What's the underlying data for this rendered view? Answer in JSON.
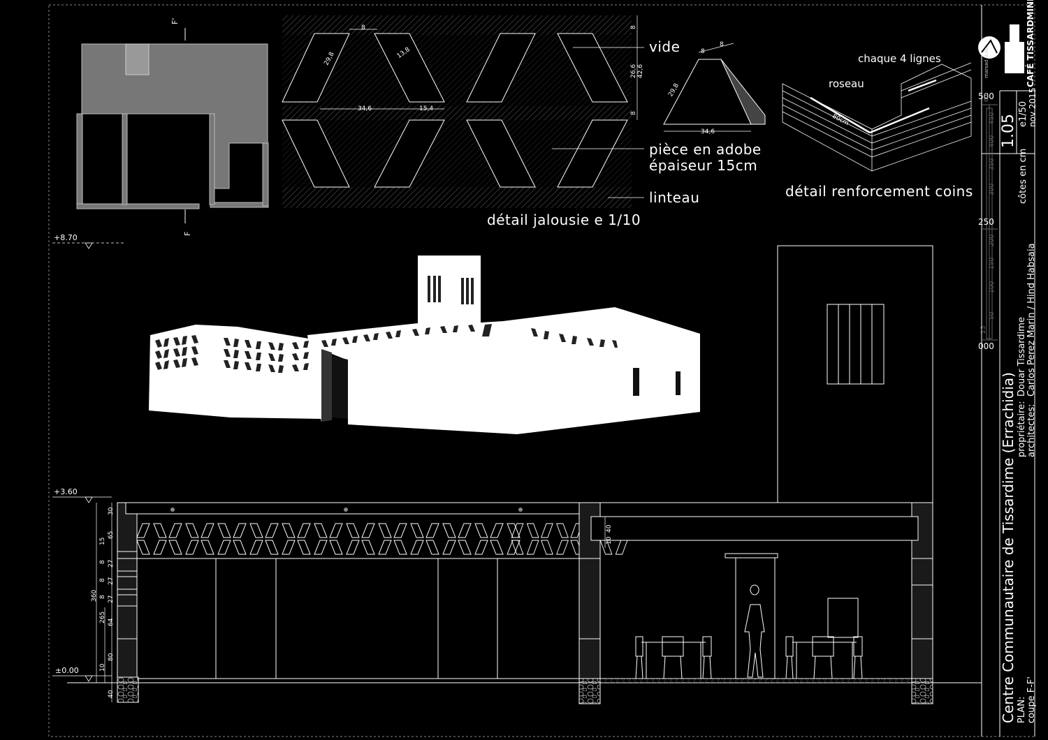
{
  "sheet": {
    "title": "Centre Communautaire de Tissardime (Errachidia)",
    "plan_label": "PLAN:",
    "plan_value": "coupe F-F'",
    "owner_label": "propriétaire:",
    "owner_value": "Douar Tissardime",
    "architects_label": "architectes:",
    "architects_value": "Carlos Perez Marin / Hind Habsaia",
    "units": "côtes en cm",
    "sheet_number": "1.05",
    "scale": "e1/50",
    "date": "nov 2015",
    "logo_brand": "CAFÉ TISSARDMINE",
    "logo_sub": "marsad drâa"
  },
  "scale_bar": {
    "major": [
      "500",
      "250",
      "000"
    ],
    "minor": [
      "450",
      "400",
      "350",
      "300",
      "200",
      "150",
      "100",
      "50",
      "25"
    ],
    "unit": "cm"
  },
  "jalousie_detail": {
    "title": "détail jalousie e 1/10",
    "callouts": [
      "vide",
      "pièce en adobe",
      "épaiseur 15cm",
      "linteau"
    ],
    "dims": [
      "8",
      "29,8",
      "13,8",
      "34,6",
      "15,4",
      "8",
      "26,6",
      "42,6",
      "8"
    ]
  },
  "piece_detail": {
    "dims": [
      "8",
      "8",
      "29,8",
      "34,6"
    ]
  },
  "corner_detail": {
    "title": "détail renforcement coins",
    "callouts": [
      "chaque 4 lignes",
      "roseau",
      "80cm"
    ]
  },
  "key_plan": {
    "cut_top": "F'",
    "cut_bottom": "F"
  },
  "levels": [
    "+8.70",
    "+3.60",
    "±0.00"
  ],
  "section_dims": {
    "vertical_total": "360",
    "vertical_sub": "265",
    "chain": [
      "30",
      "65",
      "15",
      "8",
      "27",
      "8",
      "27",
      "8",
      "27",
      "64",
      "80",
      "10",
      "40"
    ],
    "room_dims": [
      "40",
      "10"
    ]
  }
}
